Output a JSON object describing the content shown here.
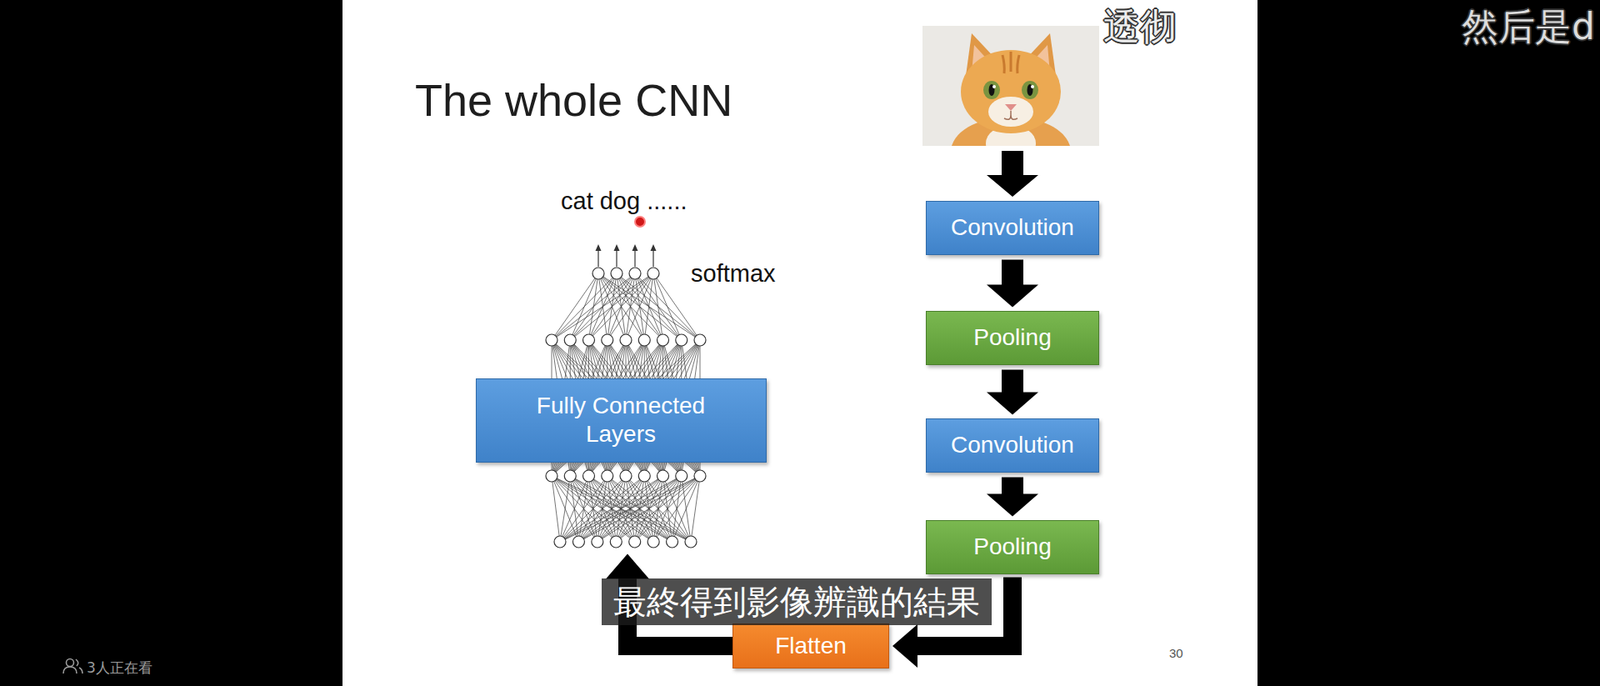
{
  "diagram": {
    "title": "The whole CNN",
    "nodes": [
      {
        "text": [
          "Convolution"
        ]
      },
      {
        "text": [
          "Pooling"
        ]
      },
      {
        "text": [
          "Convolution"
        ]
      },
      {
        "text": [
          "Pooling"
        ]
      },
      {
        "text": [
          "Flatten"
        ]
      },
      {
        "text": [
          "Fully Connected Layers"
        ]
      }
    ],
    "edges": [
      {
        "from": 0,
        "to": 1,
        "arrow": "to"
      },
      {
        "from": 1,
        "to": 2,
        "arrow": "to"
      },
      {
        "from": 2,
        "to": 3,
        "arrow": "to"
      },
      {
        "from": 3,
        "to": 4,
        "arrow": "to"
      },
      {
        "from": 4,
        "to": 5,
        "arrow": "to"
      }
    ],
    "labels": [
      "cat dog ......",
      "softmax",
      "30",
      "最終得到影像辨識的結果",
      "透彻",
      "然后是d",
      "3人正在看"
    ]
  }
}
